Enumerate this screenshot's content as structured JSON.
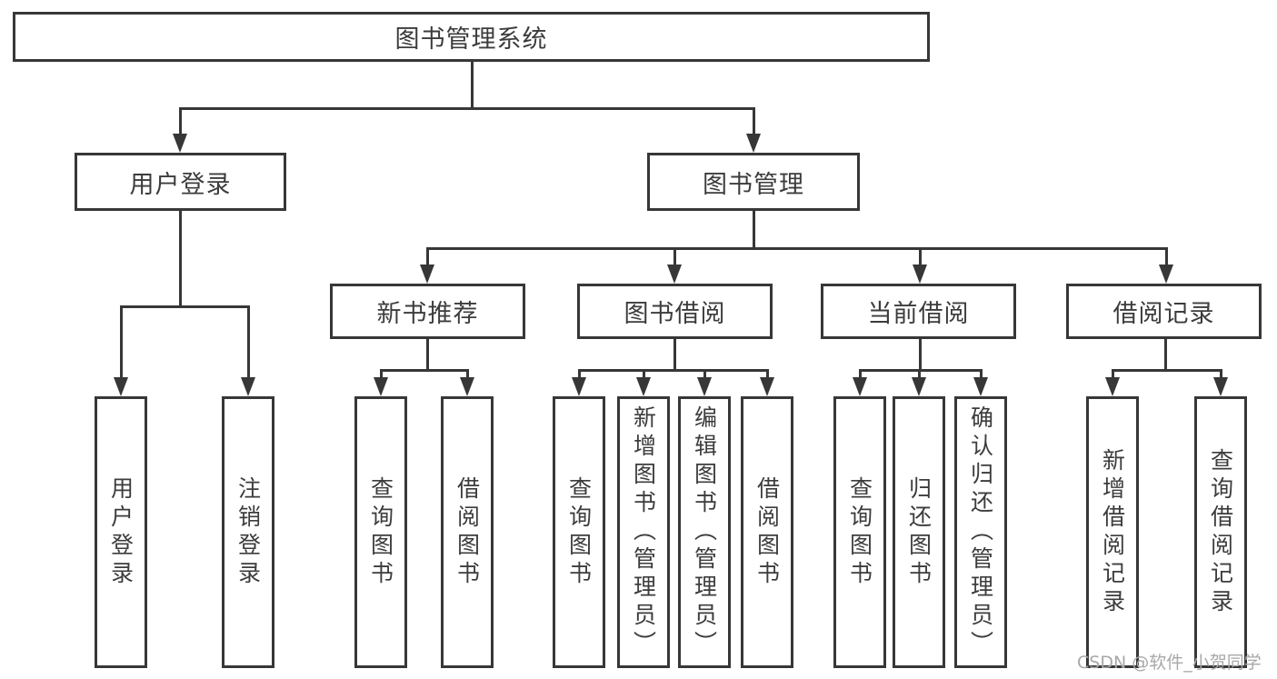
{
  "diagram": {
    "root": {
      "label": "图书管理系统"
    },
    "level2": [
      {
        "label": "用户登录"
      },
      {
        "label": "图书管理"
      }
    ],
    "level3": [
      {
        "label": "新书推荐"
      },
      {
        "label": "图书借阅"
      },
      {
        "label": "当前借阅"
      },
      {
        "label": "借阅记录"
      }
    ],
    "leaves": [
      {
        "label": "用户登录"
      },
      {
        "label": "注销登录"
      },
      {
        "label": "查询图书"
      },
      {
        "label": "借阅图书"
      },
      {
        "label": "查询图书"
      },
      {
        "label": "新增图书（管理员）"
      },
      {
        "label": "编辑图书（管理员）"
      },
      {
        "label": "借阅图书"
      },
      {
        "label": "查询图书"
      },
      {
        "label": "归还图书"
      },
      {
        "label": "确认归还（管理员）"
      },
      {
        "label": "新增借阅记录"
      },
      {
        "label": "查询借阅记录"
      }
    ]
  },
  "watermark": {
    "text": "CSDN @软件_小贺同学"
  },
  "colors": {
    "line": "#373737",
    "text": "#3c3c3c",
    "background": "#ffffff",
    "watermark": "#a8a8a8"
  }
}
